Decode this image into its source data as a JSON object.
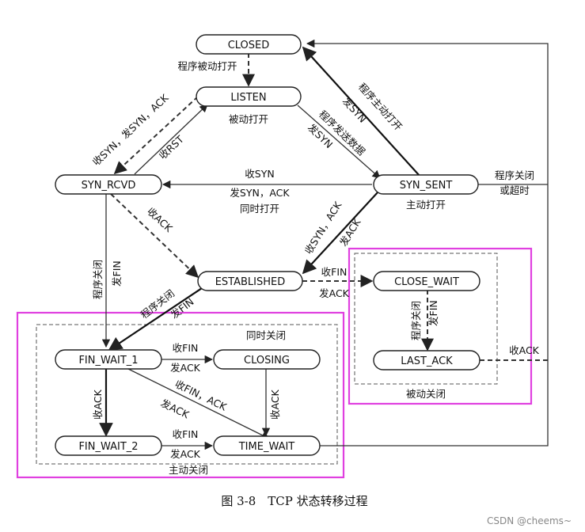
{
  "states": {
    "closed": "CLOSED",
    "listen": "LISTEN",
    "syn_rcvd": "SYN_RCVD",
    "syn_sent": "SYN_SENT",
    "established": "ESTABLISHED",
    "close_wait": "CLOSE_WAIT",
    "last_ack": "LAST_ACK",
    "fin_wait_1": "FIN_WAIT_1",
    "closing": "CLOSING",
    "fin_wait_2": "FIN_WAIT_2",
    "time_wait": "TIME_WAIT"
  },
  "labels": {
    "passive_open_cmd": "程序被动打开",
    "passive_open": "被动打开",
    "recv_syn_send_synack_l1": "收SYN，发SYN，ACK",
    "recv_rst": "收RST",
    "app_active_open": "程序主动打开",
    "send_syn_1": "发SYN",
    "app_send_data": "程序发送数据",
    "send_syn_2": "发SYN",
    "sim_recv_syn": "收SYN",
    "sim_send": "发SYN，ACK",
    "sim_open": "同时打开",
    "active_open": "主动打开",
    "app_close_or_timeout_1": "程序关闭",
    "app_close_or_timeout_2": "或超时",
    "recv_ack_1": "收ACK",
    "recv_synack_1": "收SYN，ACK",
    "send_ack_1": "发ACK",
    "app_close_1": "程序关闭",
    "send_fin_1": "发FIN",
    "app_close_2": "程序关闭",
    "send_fin_2": "发FIN",
    "recv_fin_1": "收FIN",
    "send_ack_2": "发ACK",
    "app_close_3": "程序关闭",
    "send_fin_3": "发FIN",
    "recv_ack_2": "收ACK",
    "passive_close": "被动关闭",
    "sim_close": "同时关闭",
    "recv_fin_2": "收FIN",
    "send_ack_3": "发ACK",
    "recv_ack_3": "收ACK",
    "recv_finack": "收FIN，ACK",
    "send_ack_4": "发ACK",
    "recv_ack_4": "收ACK",
    "recv_fin_3": "收FIN",
    "send_ack_5": "发ACK",
    "active_close": "主动关闭"
  },
  "caption": "图 3-8　TCP 状态转移过程",
  "watermark": "CSDN @cheems~",
  "highlight_color": "#e040e0"
}
